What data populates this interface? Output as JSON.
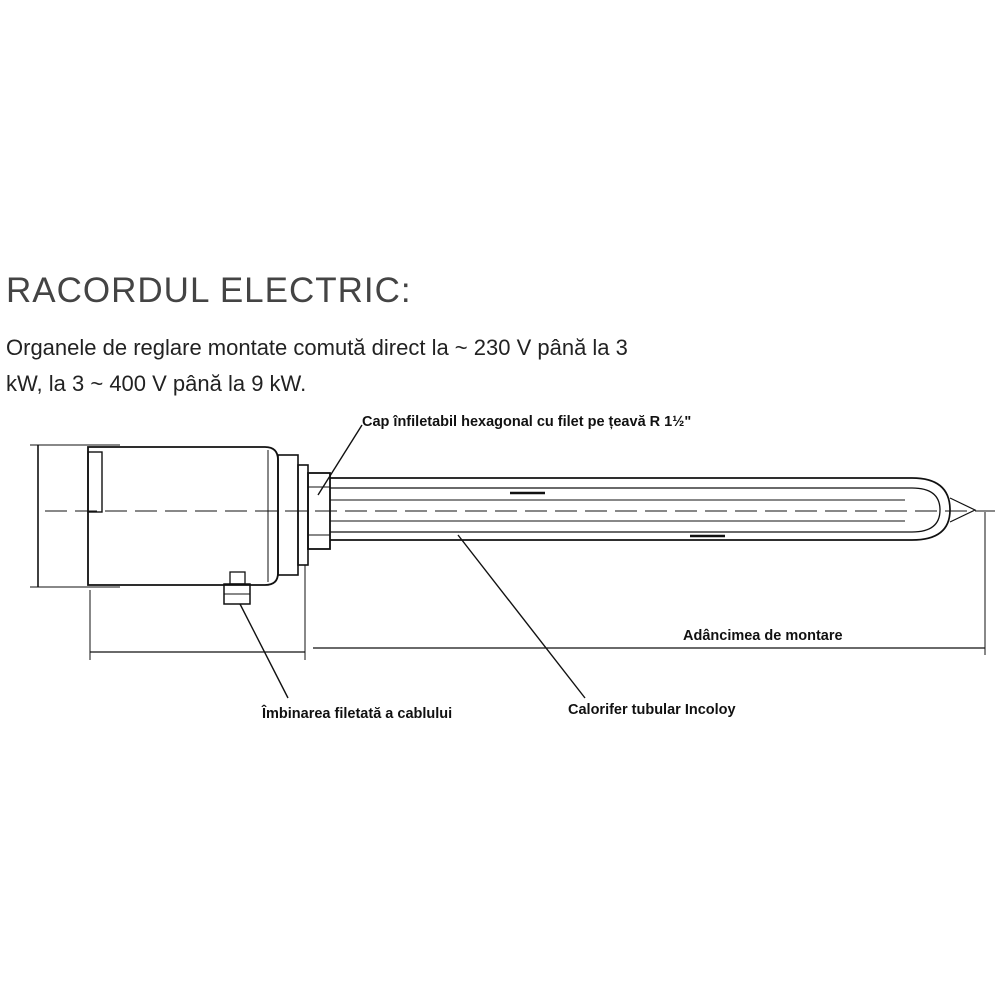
{
  "heading": {
    "title": "RACORDUL ELECTRIC:",
    "description_line1": "Organele de reglare montate comută direct la ~ 230 V până la 3",
    "description_line2": "kW, la 3 ~ 400 V până la 9 kW."
  },
  "diagram": {
    "labels": {
      "hex_cap": "Cap înfiletabil hexagonal cu filet pe țeavă R 1½\"",
      "cable_joint": "Îmbinarea filetată a cablului",
      "heater": "Calorifer tubular Incoloy",
      "depth": "Adâncimea de montare"
    }
  }
}
